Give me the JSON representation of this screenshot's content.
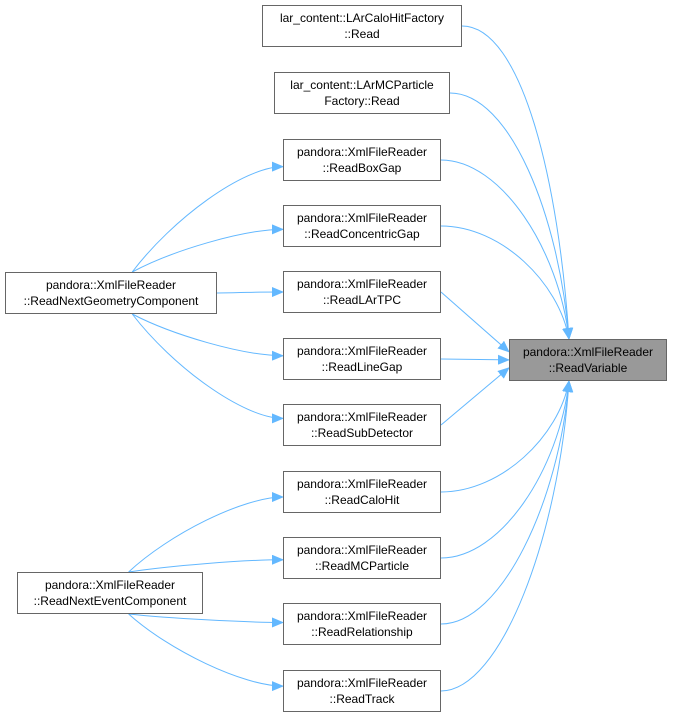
{
  "diagram": {
    "colors": {
      "edge": "#63b8ff",
      "node_border": "#666666",
      "focus_fill": "#999999",
      "node_fill": "#ffffff"
    },
    "nodes": [
      {
        "id": "n_calohitfactory",
        "line1": "lar_content::LArCaloHitFactory",
        "line2": "::Read",
        "focus": false
      },
      {
        "id": "n_mcparticlefactory",
        "line1": "lar_content::LArMCParticle",
        "line2": "Factory::Read",
        "focus": false
      },
      {
        "id": "n_readboxgap",
        "line1": "pandora::XmlFileReader",
        "line2": "::ReadBoxGap",
        "focus": false
      },
      {
        "id": "n_readconcentricgap",
        "line1": "pandora::XmlFileReader",
        "line2": "::ReadConcentricGap",
        "focus": false
      },
      {
        "id": "n_readlartpc",
        "line1": "pandora::XmlFileReader",
        "line2": "::ReadLArTPC",
        "focus": false
      },
      {
        "id": "n_readlinegap",
        "line1": "pandora::XmlFileReader",
        "line2": "::ReadLineGap",
        "focus": false
      },
      {
        "id": "n_readsubdetector",
        "line1": "pandora::XmlFileReader",
        "line2": "::ReadSubDetector",
        "focus": false
      },
      {
        "id": "n_readcalohit",
        "line1": "pandora::XmlFileReader",
        "line2": "::ReadCaloHit",
        "focus": false
      },
      {
        "id": "n_readmcparticle",
        "line1": "pandora::XmlFileReader",
        "line2": "::ReadMCParticle",
        "focus": false
      },
      {
        "id": "n_readrelationship",
        "line1": "pandora::XmlFileReader",
        "line2": "::ReadRelationship",
        "focus": false
      },
      {
        "id": "n_readtrack",
        "line1": "pandora::XmlFileReader",
        "line2": "::ReadTrack",
        "focus": false
      },
      {
        "id": "n_readnextgeometry",
        "line1": "pandora::XmlFileReader",
        "line2": "::ReadNextGeometryComponent",
        "focus": false
      },
      {
        "id": "n_readnextevent",
        "line1": "pandora::XmlFileReader",
        "line2": "::ReadNextEventComponent",
        "focus": false
      },
      {
        "id": "n_readvariable",
        "line1": "pandora::XmlFileReader",
        "line2": "::ReadVariable",
        "focus": true
      }
    ],
    "edges": [
      {
        "from": "n_calohitfactory",
        "to": "n_readvariable"
      },
      {
        "from": "n_mcparticlefactory",
        "to": "n_readvariable"
      },
      {
        "from": "n_readboxgap",
        "to": "n_readvariable"
      },
      {
        "from": "n_readconcentricgap",
        "to": "n_readvariable"
      },
      {
        "from": "n_readlartpc",
        "to": "n_readvariable"
      },
      {
        "from": "n_readlinegap",
        "to": "n_readvariable"
      },
      {
        "from": "n_readsubdetector",
        "to": "n_readvariable"
      },
      {
        "from": "n_readcalohit",
        "to": "n_readvariable"
      },
      {
        "from": "n_readmcparticle",
        "to": "n_readvariable"
      },
      {
        "from": "n_readrelationship",
        "to": "n_readvariable"
      },
      {
        "from": "n_readtrack",
        "to": "n_readvariable"
      },
      {
        "from": "n_readnextgeometry",
        "to": "n_readboxgap"
      },
      {
        "from": "n_readnextgeometry",
        "to": "n_readconcentricgap"
      },
      {
        "from": "n_readnextgeometry",
        "to": "n_readlartpc"
      },
      {
        "from": "n_readnextgeometry",
        "to": "n_readlinegap"
      },
      {
        "from": "n_readnextgeometry",
        "to": "n_readsubdetector"
      },
      {
        "from": "n_readnextevent",
        "to": "n_readcalohit"
      },
      {
        "from": "n_readnextevent",
        "to": "n_readmcparticle"
      },
      {
        "from": "n_readnextevent",
        "to": "n_readrelationship"
      },
      {
        "from": "n_readnextevent",
        "to": "n_readtrack"
      }
    ]
  }
}
